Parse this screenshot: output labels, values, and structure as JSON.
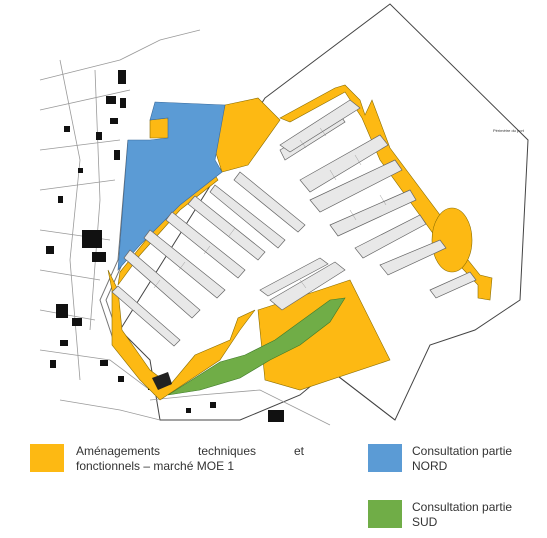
{
  "map": {
    "small_label": "Périmètre du port",
    "colors": {
      "yellow": "#FDB913",
      "blue": "#5B9BD5",
      "green": "#70AD47",
      "outline": "#555555"
    }
  },
  "legend": {
    "yellow": {
      "words": [
        "Aménagements",
        "techniques",
        "et"
      ],
      "line2": "fonctionnels – marché MOE 1"
    },
    "blue": {
      "line1": "Consultation partie",
      "line2": "NORD"
    },
    "green": {
      "line1": "Consultation partie",
      "line2": "SUD"
    }
  }
}
